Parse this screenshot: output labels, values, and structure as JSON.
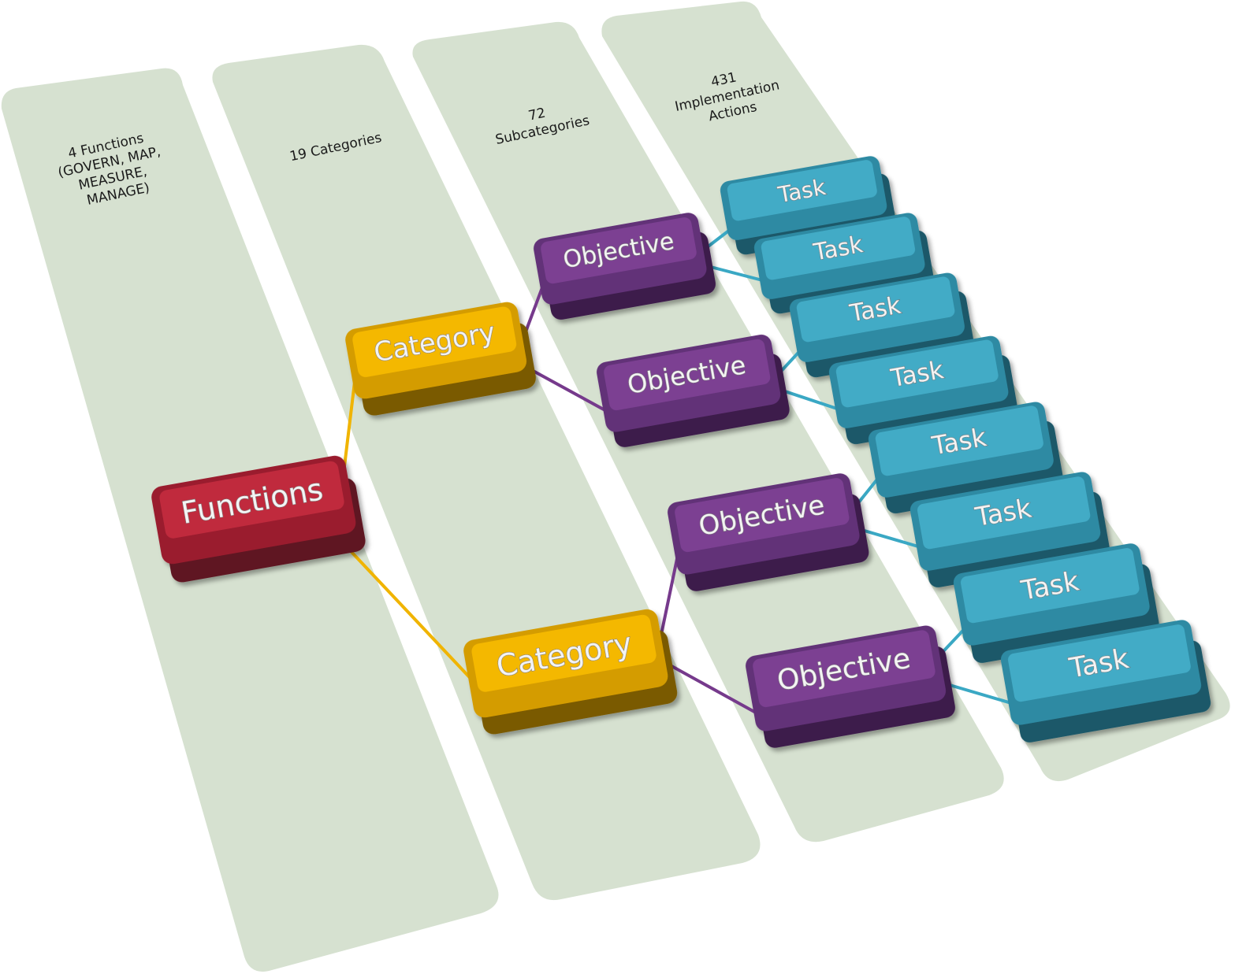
{
  "diagram": {
    "type": "hierarchy",
    "columns": [
      {
        "id": "functions",
        "header_lines": [
          "4 Functions",
          "(GOVERN, MAP,",
          "MEASURE,",
          "MANAGE)"
        ]
      },
      {
        "id": "categories",
        "header_lines": [
          "19 Categories"
        ]
      },
      {
        "id": "subcategories",
        "header_lines": [
          "72",
          "Subcategories"
        ]
      },
      {
        "id": "actions",
        "header_lines": [
          "431",
          "Implementation",
          "Actions"
        ]
      }
    ],
    "nodes": {
      "function": {
        "label": "Functions",
        "color": "#b8283a"
      },
      "category": {
        "label": "Category",
        "color": "#f0b400"
      },
      "objective": {
        "label": "Objective",
        "color": "#763a8c"
      },
      "task": {
        "label": "Task",
        "color": "#3aa8c4"
      }
    },
    "counts": {
      "categories": 2,
      "objectives": 4,
      "tasks": 8
    },
    "colors": {
      "panel": "#d6e1d0",
      "line_function_category": "#f0b400",
      "line_category_objective": "#763a8c",
      "line_objective_task": "#3aa8c4"
    }
  }
}
